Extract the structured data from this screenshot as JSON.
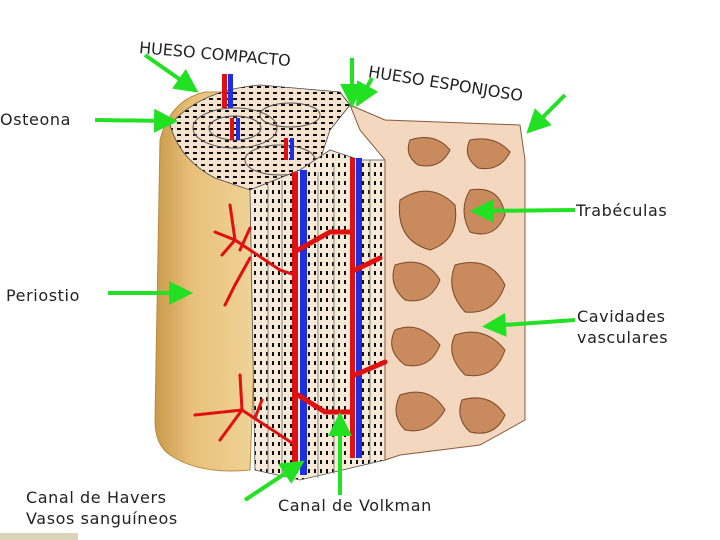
{
  "diagram": {
    "labels": {
      "hueso_compacto": "HUESO COMPACTO",
      "hueso_esponjoso": "HUESO ESPONJOSO",
      "osteona": "Osteona",
      "trabeculas": "Trabéculas",
      "periostio": "Periostio",
      "cavidades_line1": "Cavidades",
      "cavidades_line2": "vasculares",
      "havers_line1": "Canal de Havers",
      "havers_line2": "Vasos sanguíneos",
      "volkman": "Canal de Volkman"
    },
    "colors": {
      "arrow": "#22e022",
      "periosteum": "#e3b46a",
      "compact_bone": "#f2dcc8",
      "spongy_bone": "#c98a5e",
      "vessel_red": "#e01010",
      "vessel_blue": "#1e2ee0"
    }
  }
}
